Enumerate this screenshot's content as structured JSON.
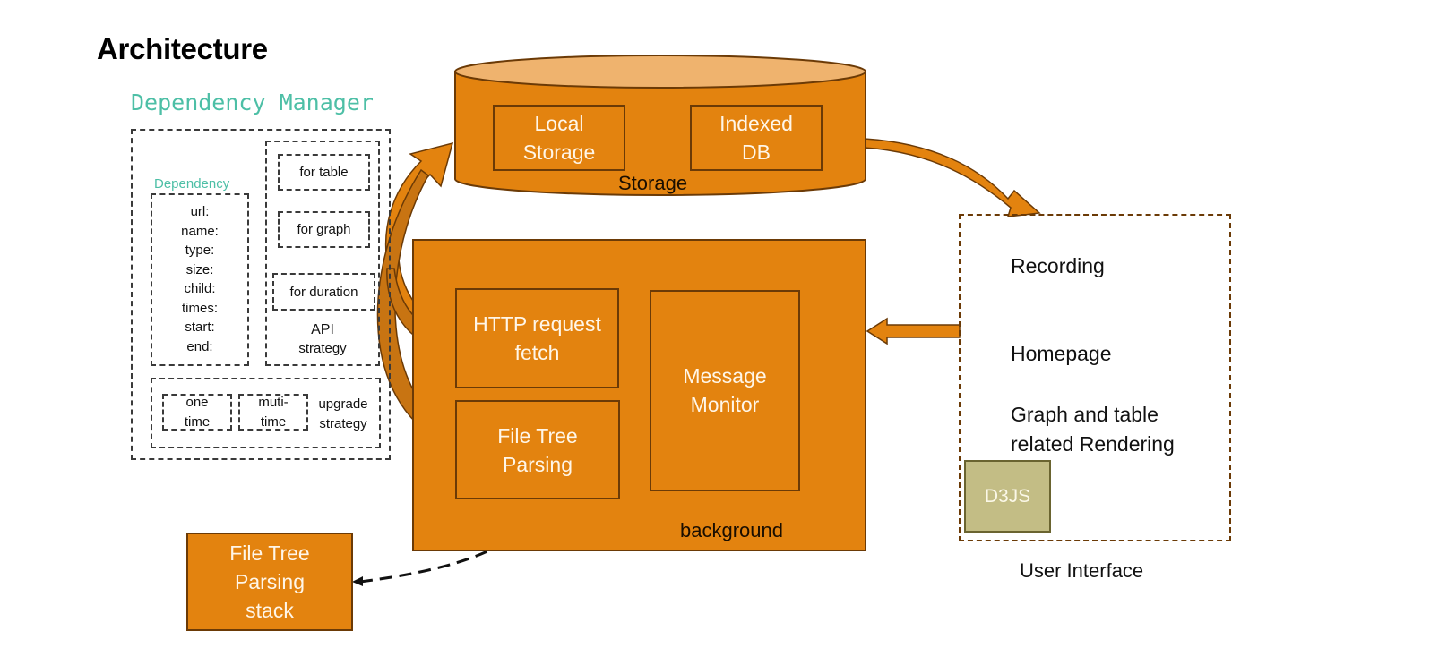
{
  "title": "Architecture",
  "dependency_manager": {
    "title": "Dependency Manager",
    "dependency": {
      "label": "Dependency",
      "fields": [
        "url:",
        "name:",
        "type:",
        "size:",
        "child:",
        "times:",
        "start:",
        "end:"
      ]
    },
    "api_strategy": {
      "items": [
        "for table",
        "for graph",
        "for duration"
      ],
      "label_line1": "API",
      "label_line2": "strategy"
    },
    "upgrade_strategy": {
      "items": [
        {
          "line1": "one",
          "line2": "time"
        },
        {
          "line1": "muti-",
          "line2": "time"
        }
      ],
      "label_line1": "upgrade",
      "label_line2": "strategy"
    }
  },
  "storage": {
    "label": "Storage",
    "local_storage": {
      "line1": "Local",
      "line2": "Storage"
    },
    "indexed_db": {
      "line1": "Indexed",
      "line2": "DB"
    }
  },
  "background": {
    "label": "background",
    "http_request": {
      "line1": "HTTP request",
      "line2": "fetch"
    },
    "file_tree_parsing": {
      "line1": "File Tree",
      "line2": "Parsing"
    },
    "message_monitor": {
      "line1": "Message",
      "line2": "Monitor"
    }
  },
  "file_tree_stack": {
    "line1": "File Tree",
    "line2": "Parsing",
    "line3": "stack"
  },
  "user_interface": {
    "label": "User Interface",
    "items": [
      "Recording",
      "Homepage"
    ],
    "rendering_line1": "Graph and table",
    "rendering_line2": "related Rendering",
    "d3js": "D3JS"
  },
  "colors": {
    "orange": "#e3830f",
    "orange_light": "#efb36e",
    "outline": "#6b3a06",
    "teal": "#4dbfa6",
    "olive": "#c3bd85"
  }
}
